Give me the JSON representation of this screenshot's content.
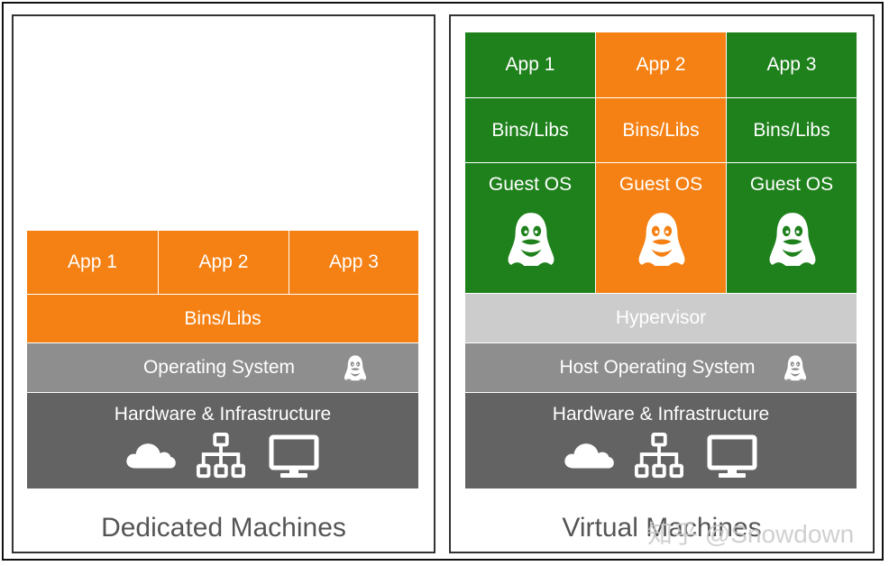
{
  "left": {
    "caption": "Dedicated Machines",
    "apps": [
      "App 1",
      "App 2",
      "App 3"
    ],
    "bins": "Bins/Libs",
    "os": "Operating System",
    "hardware": "Hardware & Infrastructure"
  },
  "right": {
    "caption": "Virtual Machines",
    "columns": [
      {
        "app": "App 1",
        "bins": "Bins/Libs",
        "guest": "Guest OS",
        "color": "green"
      },
      {
        "app": "App 2",
        "bins": "Bins/Libs",
        "guest": "Guest OS",
        "color": "orange"
      },
      {
        "app": "App 3",
        "bins": "Bins/Libs",
        "guest": "Guest OS",
        "color": "green"
      }
    ],
    "hypervisor": "Hypervisor",
    "os": "Host Operating System",
    "hardware": "Hardware & Infrastructure"
  },
  "watermark": "知乎 @Snowdown",
  "colors": {
    "orange": "#f58114",
    "green": "#1f811c",
    "hypervisor": "#cccccc",
    "os": "#8e8e8e",
    "hardware": "#636363"
  },
  "icons": [
    "cloud-icon",
    "network-hierarchy-icon",
    "monitor-icon",
    "tux-penguin-icon"
  ]
}
